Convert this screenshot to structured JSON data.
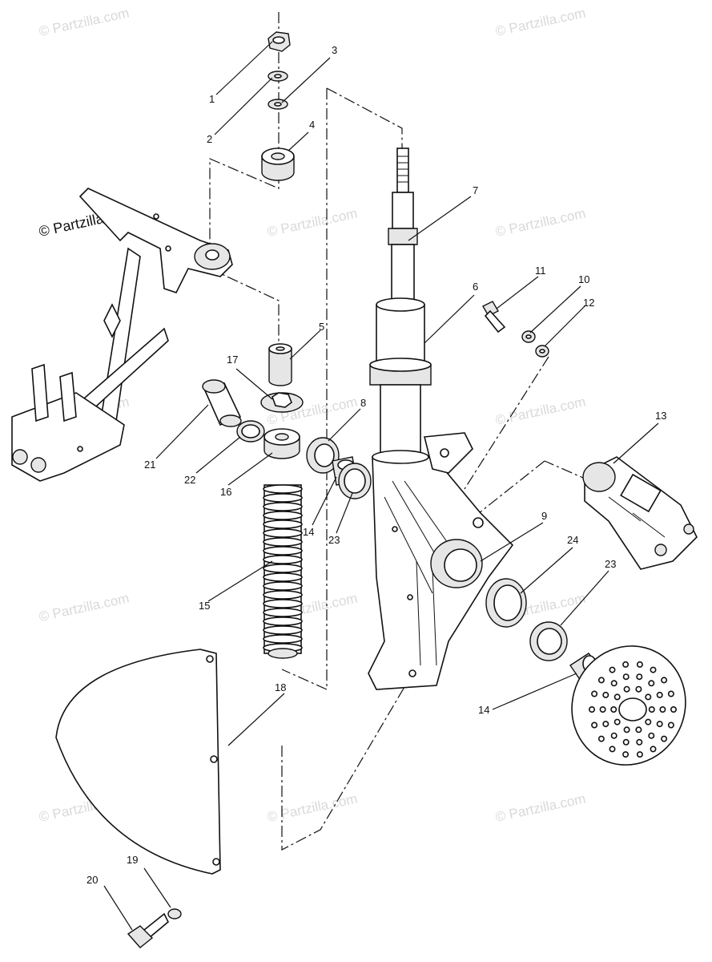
{
  "watermark": {
    "main_text": "© Partzilla.com",
    "faint_text": "© Partzilla.com"
  },
  "callouts": [
    {
      "id": "1",
      "label": "1"
    },
    {
      "id": "2",
      "label": "2"
    },
    {
      "id": "3",
      "label": "3"
    },
    {
      "id": "4",
      "label": "4"
    },
    {
      "id": "5",
      "label": "5"
    },
    {
      "id": "6",
      "label": "6"
    },
    {
      "id": "7",
      "label": "7"
    },
    {
      "id": "8",
      "label": "8"
    },
    {
      "id": "9",
      "label": "9"
    },
    {
      "id": "10",
      "label": "10"
    },
    {
      "id": "11",
      "label": "11"
    },
    {
      "id": "12",
      "label": "12"
    },
    {
      "id": "13",
      "label": "13"
    },
    {
      "id": "14a",
      "label": "14"
    },
    {
      "id": "14b",
      "label": "14"
    },
    {
      "id": "15",
      "label": "15"
    },
    {
      "id": "16",
      "label": "16"
    },
    {
      "id": "17",
      "label": "17"
    },
    {
      "id": "18",
      "label": "18"
    },
    {
      "id": "19",
      "label": "19"
    },
    {
      "id": "20",
      "label": "20"
    },
    {
      "id": "21",
      "label": "21"
    },
    {
      "id": "22",
      "label": "22"
    },
    {
      "id": "23a",
      "label": "23"
    },
    {
      "id": "23b",
      "label": "23"
    },
    {
      "id": "24",
      "label": "24"
    }
  ]
}
